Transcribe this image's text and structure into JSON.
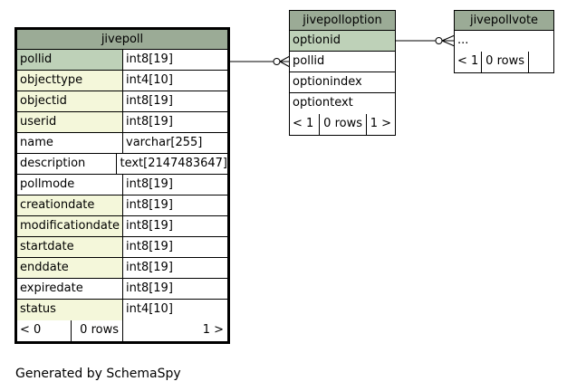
{
  "tables": {
    "jivepoll": {
      "title": "jivepoll",
      "columns": [
        {
          "name": "pollid",
          "type": "int8[19]",
          "role": "pk"
        },
        {
          "name": "objecttype",
          "type": "int4[10]",
          "role": "fk"
        },
        {
          "name": "objectid",
          "type": "int8[19]",
          "role": "fk"
        },
        {
          "name": "userid",
          "type": "int8[19]",
          "role": "fk"
        },
        {
          "name": "name",
          "type": "varchar[255]",
          "role": "plain"
        },
        {
          "name": "description",
          "type": "text[2147483647]",
          "role": "plain"
        },
        {
          "name": "pollmode",
          "type": "int8[19]",
          "role": "plain"
        },
        {
          "name": "creationdate",
          "type": "int8[19]",
          "role": "fk"
        },
        {
          "name": "modificationdate",
          "type": "int8[19]",
          "role": "fk"
        },
        {
          "name": "startdate",
          "type": "int8[19]",
          "role": "fk"
        },
        {
          "name": "enddate",
          "type": "int8[19]",
          "role": "fk"
        },
        {
          "name": "expiredate",
          "type": "int8[19]",
          "role": "plain"
        },
        {
          "name": "status",
          "type": "int4[10]",
          "role": "fk"
        }
      ],
      "footer": {
        "parents": "< 0",
        "rows": "0 rows",
        "children": "1 >"
      }
    },
    "jivepolloption": {
      "title": "jivepolloption",
      "columns": [
        {
          "name": "optionid",
          "role": "pk"
        },
        {
          "name": "pollid",
          "role": "plain"
        },
        {
          "name": "optionindex",
          "role": "plain"
        },
        {
          "name": "optiontext",
          "role": "plain"
        }
      ],
      "footer": {
        "parents": "< 1",
        "rows": "0 rows",
        "children": "1 >"
      }
    },
    "jivepollvote": {
      "title": "jivepollvote",
      "columns": [
        {
          "name": "...",
          "role": "plain"
        }
      ],
      "footer": {
        "parents": "< 1",
        "rows": "0 rows",
        "children": ""
      }
    }
  },
  "relationships": [
    {
      "from": "jivepolloption.pollid",
      "to": "jivepoll.pollid"
    },
    {
      "from": "jivepollvote",
      "to": "jivepolloption.optionid"
    }
  ],
  "colors": {
    "title": "#9bab96",
    "primary_key": "#bed1b8",
    "foreign_key": "#f4f7da"
  },
  "caption": "Generated by SchemaSpy"
}
